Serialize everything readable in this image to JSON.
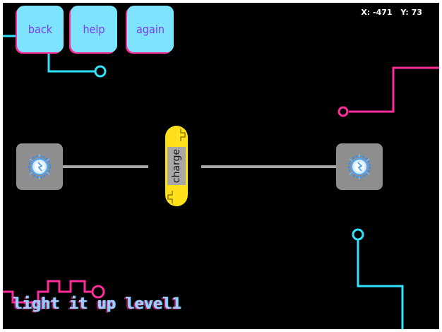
{
  "hud": {
    "x_label": "X:",
    "x_value": "-471",
    "y_label": "Y:",
    "y_value": "73"
  },
  "nav": {
    "back_label": "back",
    "help_label": "help",
    "again_label": "again"
  },
  "switch": {
    "label": "charge"
  },
  "level": {
    "title": "light it up level1"
  },
  "colors": {
    "background": "#000000",
    "cyan": "#31e3ff",
    "pink": "#ff2d9a",
    "button_face": "#7ee3ff",
    "button_text": "#7a3cf0",
    "wire": "#a8a8a8",
    "node_box": "#8e8e8e",
    "switch": "#ffe01a"
  },
  "icons": {
    "source_node": "energy-orb-icon",
    "target_node": "energy-orb-icon"
  }
}
